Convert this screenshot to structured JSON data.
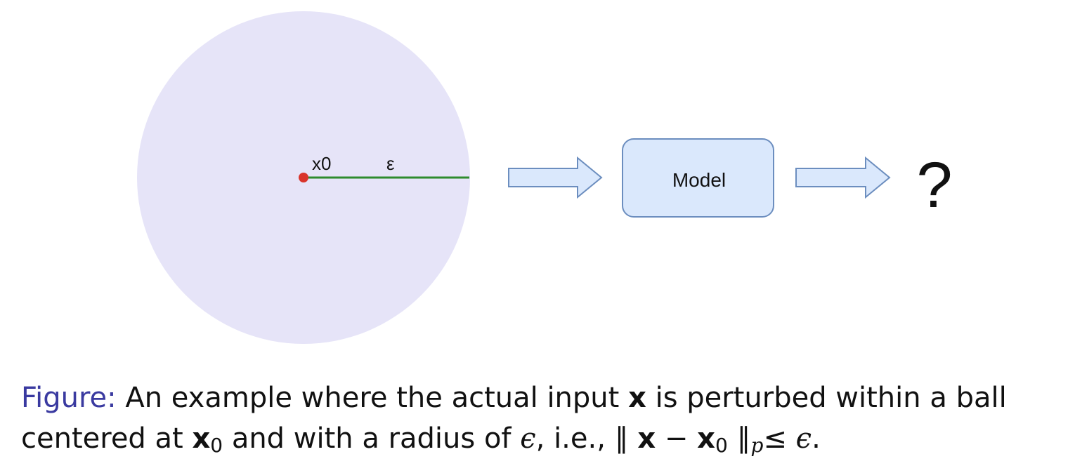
{
  "colors": {
    "ball_fill": "#e6e4f8",
    "point": "#d9342b",
    "radius_line": "#2e8b2e",
    "arrow_fill": "#dae8fc",
    "arrow_stroke": "#6c8ebf",
    "model_fill": "#dae8fc",
    "model_stroke": "#6c8ebf",
    "caption_label": "#3a3aa0"
  },
  "diagram": {
    "center_label": "x0",
    "radius_label": "ε",
    "model_label": "Model",
    "output_label": "?"
  },
  "caption": {
    "label": "Figure:",
    "line1_a": "An example where the actual input",
    "var_x": "x",
    "line1_b": "is perturbed within a ball",
    "line2_a": "centered at",
    "var_x0": "x",
    "sub_0": "0",
    "line2_b": "and with a radius of",
    "eps": "ϵ",
    "line2_c": ", i.e.,",
    "norm_open": "∥",
    "var_x_norm": "x",
    "minus": "−",
    "var_x0_norm": "x",
    "sub_0_norm": "0",
    "norm_close": "∥",
    "sub_p": "p",
    "leq": "≤",
    "eps2": "ϵ",
    "period": "."
  }
}
